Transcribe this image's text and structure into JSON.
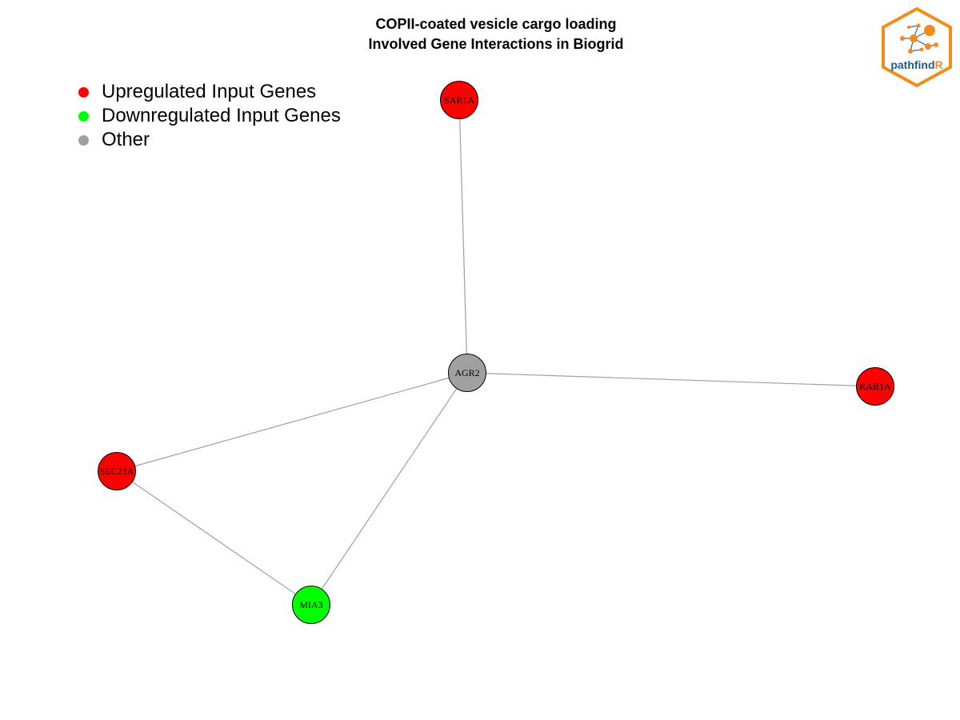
{
  "title": {
    "line1": "COPII-coated vesicle cargo loading",
    "line2": "Involved Gene Interactions in Biogrid"
  },
  "legend": [
    {
      "label": "Upregulated Input Genes",
      "color": "#ff0000"
    },
    {
      "label": "Downregulated Input Genes",
      "color": "#00ff00"
    },
    {
      "label": "Other",
      "color": "#a0a0a0"
    }
  ],
  "logo": {
    "text_main": "pathfind",
    "text_accent": "R",
    "colors": {
      "border": "#f28c1c",
      "node": "#f28c1c",
      "edge": "#2a6f97",
      "text": "#1f5c85"
    }
  },
  "network": {
    "nodes": [
      {
        "id": "SAR1A",
        "label": "SAR1A",
        "status": "up"
      },
      {
        "id": "AGR2",
        "label": "AGR2",
        "status": "other"
      },
      {
        "id": "RAB1A",
        "label": "RAB1A",
        "status": "up"
      },
      {
        "id": "SEC23A",
        "label": "SEC23A",
        "status": "up"
      },
      {
        "id": "MIA3",
        "label": "MIA3",
        "status": "down"
      }
    ],
    "edges": [
      [
        "SAR1A",
        "AGR2"
      ],
      [
        "AGR2",
        "RAB1A"
      ],
      [
        "AGR2",
        "SEC23A"
      ],
      [
        "AGR2",
        "MIA3"
      ],
      [
        "SEC23A",
        "MIA3"
      ]
    ],
    "colors": {
      "up": "#ff0000",
      "down": "#00ff00",
      "other": "#a0a0a0",
      "edge": "#a0a0a0"
    }
  }
}
